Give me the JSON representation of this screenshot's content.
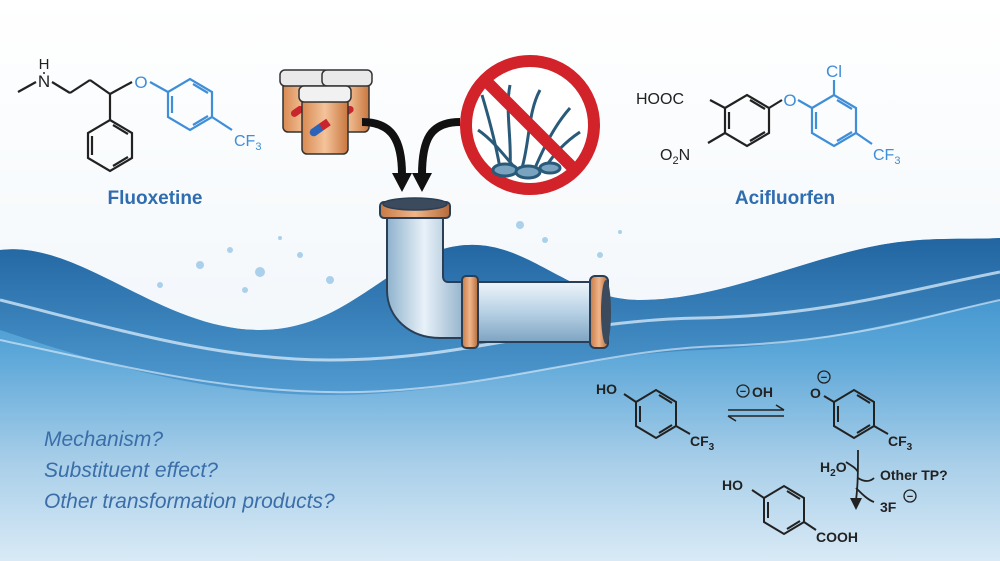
{
  "molecules": {
    "fluoxetine": {
      "name": "Fluoxetine",
      "nh_label": "N",
      "h_label": "H",
      "o_label": "O",
      "cf3_label": "CF",
      "cf3_sub": "3"
    },
    "acifluorfen": {
      "name": "Acifluorfen",
      "hooc_label": "HOOC",
      "no2_label_o": "O",
      "no2_label_sub": "2",
      "no2_label_n": "N",
      "o_label": "O",
      "cl_label": "Cl",
      "cf3_label": "CF",
      "cf3_sub": "3"
    }
  },
  "questions": [
    "Mechanism?",
    "Substituent effect?",
    "Other transformation products?"
  ],
  "scheme": {
    "phenol_ho": "HO",
    "phenol_cf3": "CF",
    "phenol_cf3_sub": "3",
    "hydroxide_label": "OH",
    "minus_sign": "−",
    "phenolate_o": "O",
    "phenolate_cf3": "CF",
    "phenolate_cf3_sub": "3",
    "water_h": "H",
    "water_sub": "2",
    "water_o": "O",
    "other_tp": "Other TP?",
    "fluoride": "3F",
    "product_ho": "HO",
    "product_cooh": "COOH"
  },
  "colors": {
    "bond": "#222222",
    "fluoro_blue": "#3f8ed8",
    "question_text": "#3b6ea8",
    "pipe": "#b9d3e6",
    "pipe_ring": "#d9925d",
    "no_sign": "#d3232a",
    "water": "#2a7fc0"
  }
}
